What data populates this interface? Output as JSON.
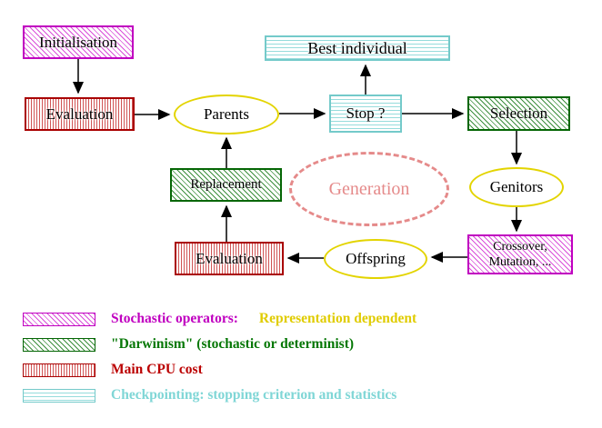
{
  "diagram": {
    "nodes": {
      "initialisation": "Initialisation",
      "evaluation_top": "Evaluation",
      "parents": "Parents",
      "stop": "Stop ?",
      "best_individual": "Best individual",
      "selection": "Selection",
      "genitors": "Genitors",
      "crossover_line1": "Crossover,",
      "crossover_line2": "Mutation, ...",
      "offspring": "Offspring",
      "evaluation_bottom": "Evaluation",
      "replacement": "Replacement",
      "generation": "Generation"
    }
  },
  "legend": {
    "items": [
      {
        "swatch": "magenta-diagonal-hatch",
        "label": "Stochastic operators:",
        "label2": "Representation dependent"
      },
      {
        "swatch": "green-diagonal-hatch",
        "label": "\"Darwinism\" (stochastic or determinist)"
      },
      {
        "swatch": "red-vertical-hatch",
        "label": "Main CPU cost"
      },
      {
        "swatch": "cyan-horizontal-hatch",
        "label": "Checkpointing: stopping criterion and statistics"
      }
    ]
  },
  "colors": {
    "magenta": "#c000c0",
    "green": "#057705",
    "red": "#bb0000",
    "cyan": "#7fd6d6",
    "yellow": "#e0cc00",
    "salmon": "#e58a8a",
    "node_text": "#000000"
  }
}
